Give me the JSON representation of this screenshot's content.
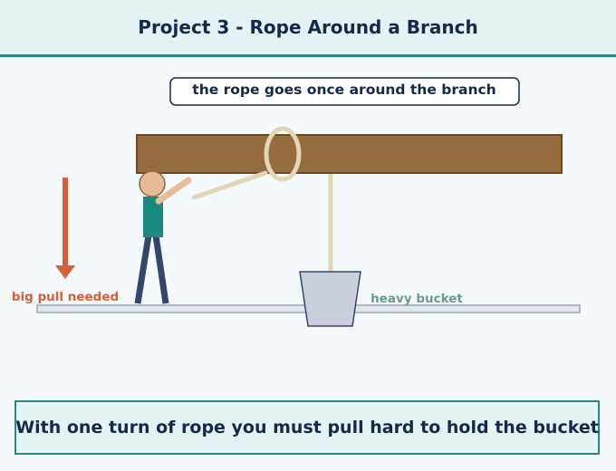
{
  "title": "Project 3 - Rope Around a Branch",
  "callout": "the rope goes once around the branch",
  "labels": {
    "pull": "big pull needed",
    "bucket": "heavy bucket"
  },
  "caption": "With one turn of rope you must pull hard to hold the bucket",
  "colors": {
    "header_bg": "#e5f3f5",
    "accent": "#1f8c80",
    "title_text": "#132a4a",
    "branch": "#946c3e",
    "rope": "#e2d6b6",
    "pull_arrow": "#d6603a",
    "bucket_label": "#6a9a90",
    "bucket": "#c8d1db",
    "shirt": "#198a80",
    "skin": "#e8bc98",
    "legs": "#34466a"
  }
}
